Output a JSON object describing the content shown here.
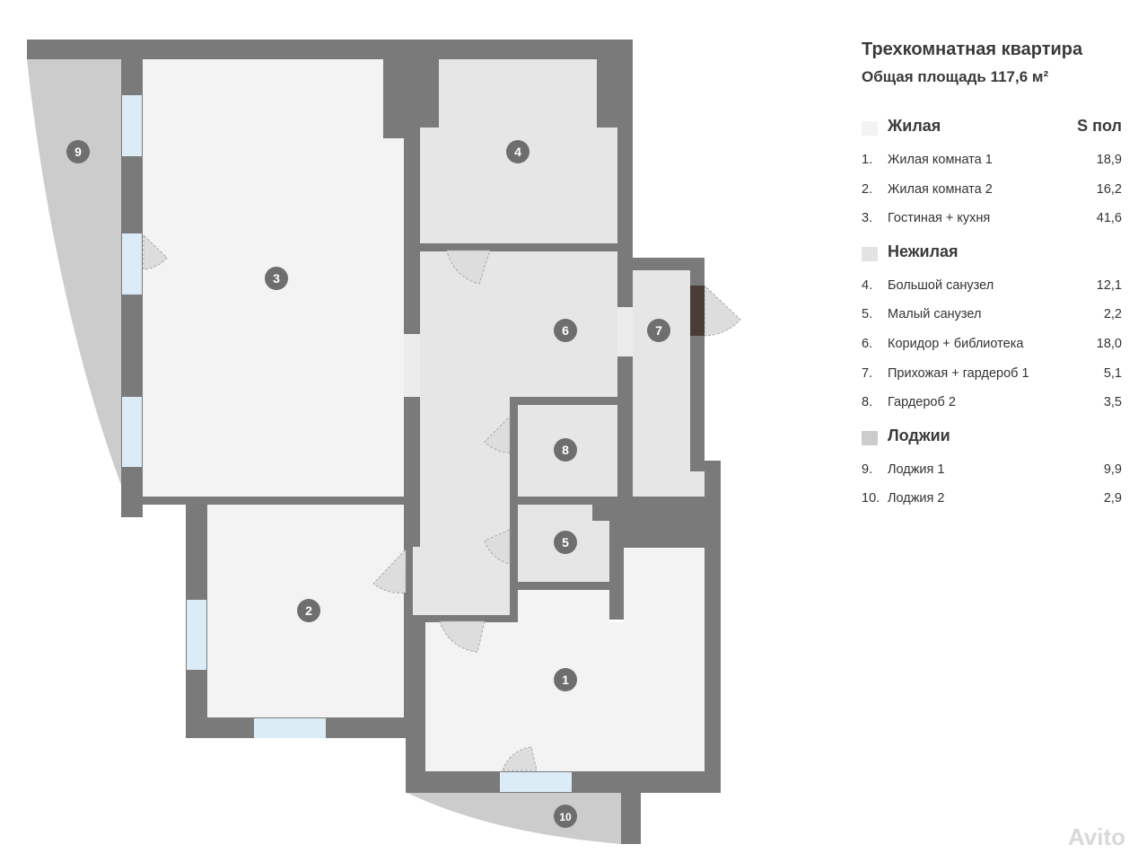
{
  "legend": {
    "title": "Трехкомнатная квартира",
    "subtitle": "Общая площадь 117,6 м²",
    "groups": [
      {
        "label": "Жилая",
        "header": "S пол",
        "swatch": "#f3f3f3",
        "items": [
          {
            "num": "1.",
            "name": "Жилая комната 1",
            "area": "18,9"
          },
          {
            "num": "2.",
            "name": "Жилая комната 2",
            "area": "16,2"
          },
          {
            "num": "3.",
            "name": "Гостиная + кухня",
            "area": "41,6"
          }
        ]
      },
      {
        "label": "Нежилая",
        "header": "",
        "swatch": "#e3e3e3",
        "items": [
          {
            "num": "4.",
            "name": "Большой санузел",
            "area": "12,1"
          },
          {
            "num": "5.",
            "name": "Малый санузел",
            "area": "2,2"
          },
          {
            "num": "6.",
            "name": "Коридор + библиотека",
            "area": "18,0"
          },
          {
            "num": "7.",
            "name": "Прихожая + гардероб 1",
            "area": "5,1"
          },
          {
            "num": "8.",
            "name": "Гардероб 2",
            "area": "3,5"
          }
        ]
      },
      {
        "label": "Лоджии",
        "header": "",
        "swatch": "#cccccc",
        "items": [
          {
            "num": "9.",
            "name": "Лоджия 1",
            "area": "9,9"
          },
          {
            "num": "10.",
            "name": "Лоджия 2",
            "area": "2,9"
          }
        ]
      }
    ]
  },
  "plan": {
    "room_markers": [
      "1",
      "2",
      "3",
      "4",
      "5",
      "6",
      "7",
      "8",
      "9",
      "10"
    ],
    "colors": {
      "wall": "#7a7a7a",
      "living": "#f3f3f3",
      "nonliving": "#e6e6e6",
      "loggia": "#cccccc",
      "window": "#dcecf7",
      "marker": "#6e6e6e",
      "entry_door": "#4a3c36"
    }
  },
  "watermark": "Avito"
}
